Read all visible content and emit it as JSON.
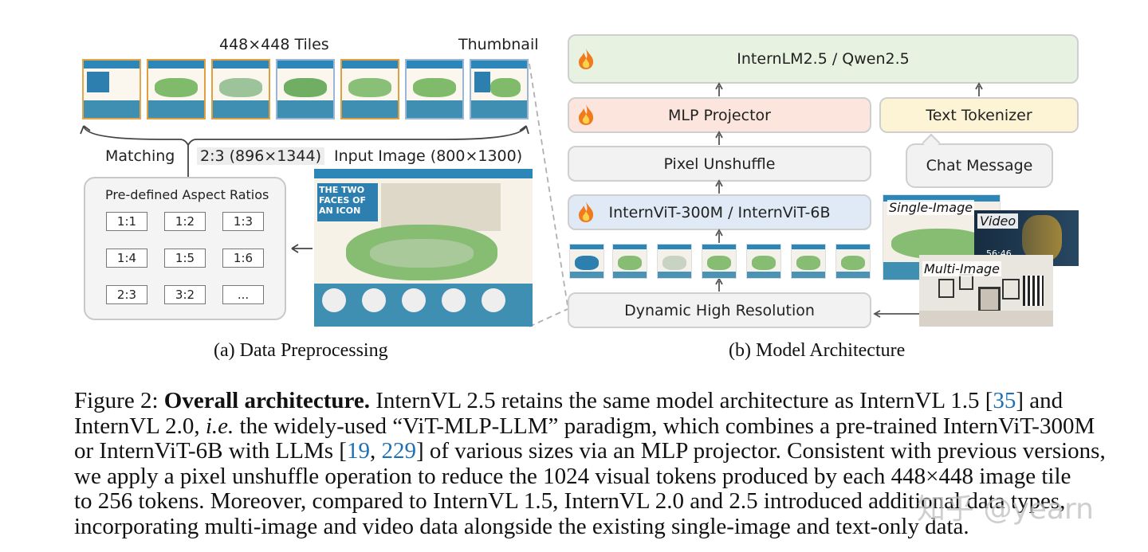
{
  "panel_a": {
    "tiles_label": "448×448 Tiles",
    "thumbnail_label": "Thumbnail",
    "matching_label": "Matching",
    "selected_ratio": "2:3 (896×1344)",
    "input_image_label": "Input Image (800×1300)",
    "aspect_box_title": "Pre-defined Aspect Ratios",
    "ratios": [
      "1:1",
      "1:2",
      "1:3",
      "1:4",
      "1:5",
      "1:6",
      "2:3",
      "3:2",
      "..."
    ],
    "poster_headline": "THE TWO FACES OF AN ICON",
    "caption": "(a) Data Preprocessing"
  },
  "panel_b": {
    "llm": "InternLM2.5 / Qwen2.5",
    "projector": "MLP Projector",
    "tokenizer": "Text Tokenizer",
    "unshuffle": "Pixel Unshuffle",
    "chat": "Chat Message",
    "vit": "InternViT-300M / InternViT-6B",
    "dynamic": "Dynamic High Resolution",
    "single_image": "Single-Image",
    "video": "Video",
    "video_time": "56:46",
    "multi_image": "Multi-Image",
    "caption": "(b) Model Architecture"
  },
  "figure_caption": {
    "l1a": "Figure 2: ",
    "l1b": "Overall architecture.",
    "l1c": " InternVL 2.5 retains the same model architecture as InternVL 1.5 [",
    "l1d": "35",
    "l1e": "] and",
    "l2a": "InternVL 2.0, ",
    "l2b": "i.e.",
    "l2c": " the widely-used “ViT-MLP-LLM” paradigm, which combines a pre-trained InternViT-300M",
    "l3a": "or InternViT-6B with LLMs [",
    "l3b": "19",
    "l3c": ", ",
    "l3d": "229",
    "l3e": "] of various sizes via an MLP projector. Consistent with previous versions,",
    "l4": "we apply a pixel unshuffle operation to reduce the 1024 visual tokens produced by each 448×448 image tile",
    "l5": "to 256 tokens. Moreover, compared to InternVL 1.5, InternVL 2.0 and 2.5 introduced additional data types,",
    "l6": "incorporating multi-image and video data alongside the existing single-image and text-only data."
  },
  "watermark": "知乎 @yearn",
  "colors": {
    "llm_bg": "#e8f2e0",
    "projector_bg": "#fbe5dc",
    "tokenizer_bg": "#fdf4d5",
    "vit_bg": "#dfeaf6",
    "neutral_bg": "#f2f2f2",
    "citation": "#1f6fb3",
    "tile_border": "#e0a040"
  }
}
